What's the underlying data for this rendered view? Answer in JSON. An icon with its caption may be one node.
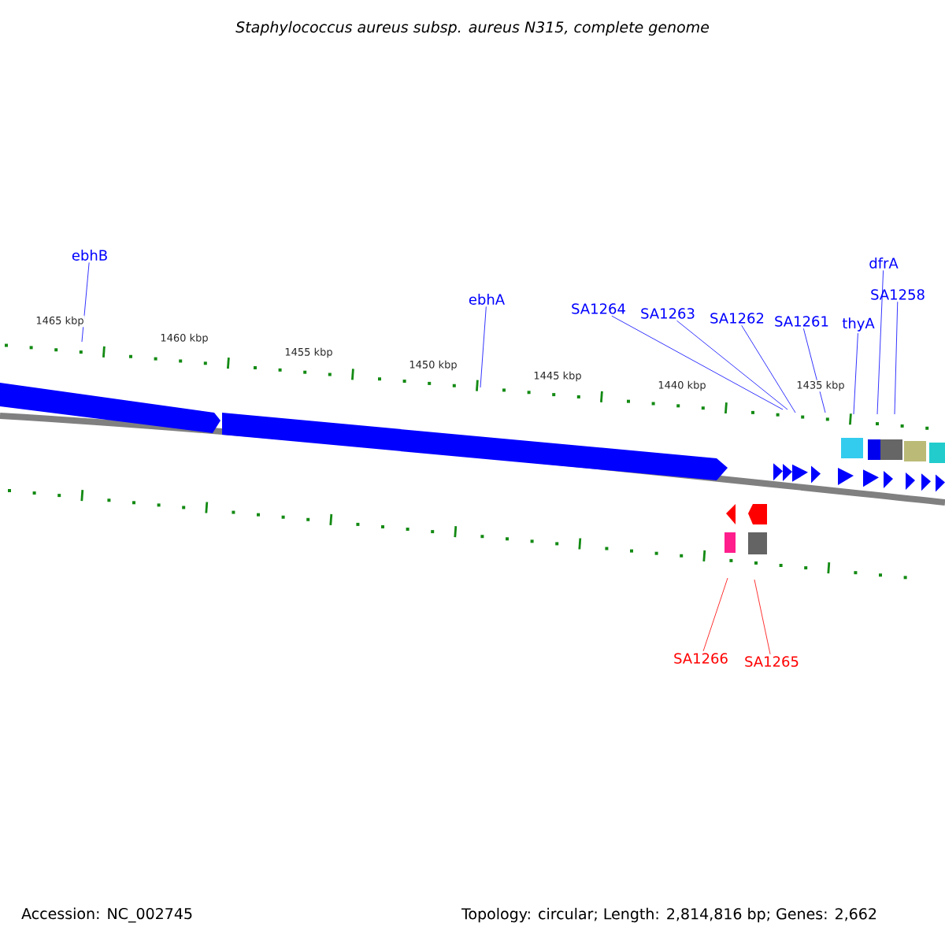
{
  "diagram": {
    "title": "Staphylococcus aureus subsp. aureus N315, complete genome",
    "nodes": [
      {
        "text": [
          "ebhB"
        ]
      },
      {
        "text": [
          "ebhA"
        ]
      },
      {
        "text": [
          "SA1264"
        ]
      },
      {
        "text": [
          "SA1263"
        ]
      },
      {
        "text": [
          "SA1262"
        ]
      },
      {
        "text": [
          "SA1261"
        ]
      },
      {
        "text": [
          "thyA"
        ]
      },
      {
        "text": [
          "dfrA"
        ]
      },
      {
        "text": [
          "SA1258"
        ]
      },
      {
        "text": [
          "SA1266"
        ]
      },
      {
        "text": [
          "SA1265"
        ]
      }
    ],
    "edges": [
      {
        "from": 0,
        "to": null,
        "arrow": "none"
      },
      {
        "from": 1,
        "to": null,
        "arrow": "none"
      },
      {
        "from": 2,
        "to": null,
        "arrow": "none"
      },
      {
        "from": 3,
        "to": null,
        "arrow": "none"
      },
      {
        "from": 4,
        "to": null,
        "arrow": "none"
      },
      {
        "from": 5,
        "to": null,
        "arrow": "none"
      },
      {
        "from": 6,
        "to": null,
        "arrow": "none"
      },
      {
        "from": 7,
        "to": null,
        "arrow": "none"
      },
      {
        "from": 8,
        "to": null,
        "arrow": "none"
      },
      {
        "from": 9,
        "to": null,
        "arrow": "none",
        "color": "#ff0000"
      },
      {
        "from": 10,
        "to": null,
        "arrow": "none",
        "color": "#ff0000"
      }
    ],
    "labels": [
      "1465 kbp",
      "1460 kbp",
      "1455 kbp",
      "1450 kbp",
      "1445 kbp",
      "1440 kbp",
      "1435 kbp",
      "Accession: NC_002745",
      "Topology: circular; Length: 2,814,816 bp; Genes: 2,662"
    ]
  }
}
